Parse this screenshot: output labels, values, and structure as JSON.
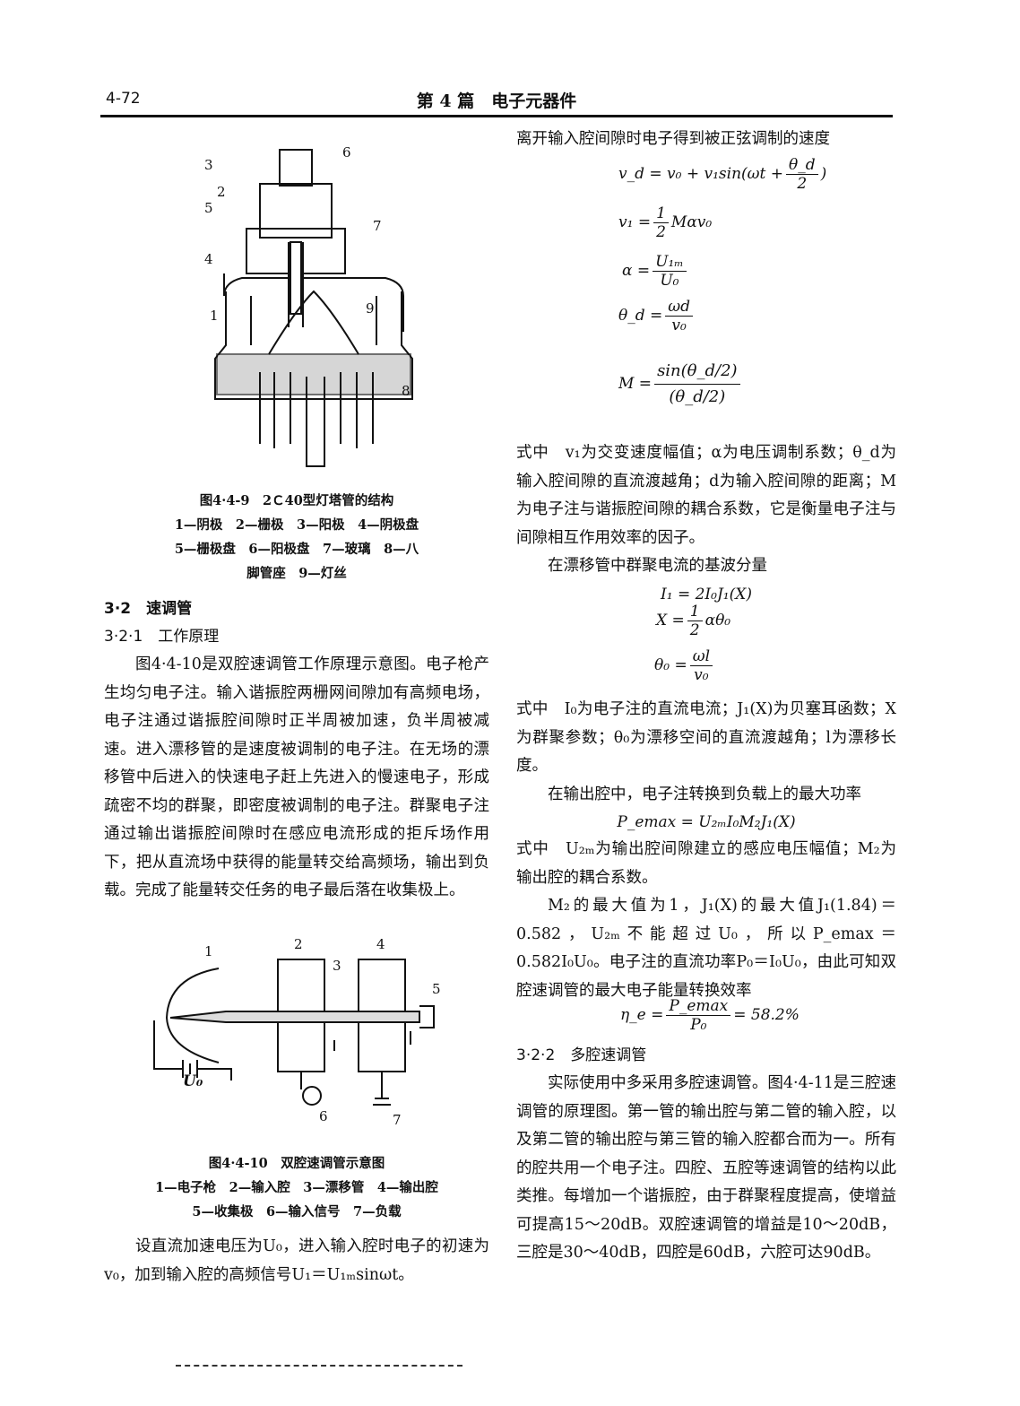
{
  "header": {
    "page_number": "4-72",
    "title": "第 4 篇　电子元器件"
  },
  "fig9": {
    "callouts": [
      "1",
      "2",
      "3",
      "4",
      "5",
      "6",
      "7",
      "8",
      "9"
    ],
    "caption_title": "图4·4-9　2Ｃ40型灯塔管的结构",
    "legend_line1": "1—阴极　2—栅极　3—阳极　4—阴极盘",
    "legend_line2": "5—栅极盘　6—阳极盘　7—玻璃　8—八",
    "legend_line3": "脚管座　9—灯丝"
  },
  "section": {
    "num_title": "3·2　速调管",
    "sub_title": "3·2·1　工作原理"
  },
  "left": {
    "para1": "图4·4-10是双腔速调管工作原理示意图。电子枪产生均匀电子注。输入谐振腔两栅网间隙加有高频电场，电子注通过谐振腔间隙时正半周被加速，负半周被减速。进入漂移管的是速度被调制的电子注。在无场的漂移管中后进入的快速电子赶上先进入的慢速电子，形成疏密不均的群聚，即密度被调制的电子注。群聚电子注通过输出谐振腔间隙时在感应电流形成的拒斥场作用下，把从直流场中获得的能量转交给高频场，输出到负载。完成了能量转交任务的电子最后落在收集极上。",
    "para2": "设直流加速电压为U₀，进入输入腔时电子的初速为v₀，加到输入腔的高频信号U₁＝U₁ₘsinωt。"
  },
  "fig10": {
    "callouts": [
      "1",
      "2",
      "3",
      "4",
      "5",
      "6",
      "7"
    ],
    "u0_label": "U₀",
    "caption_title": "图4·4-10　双腔速调管示意图",
    "legend_line1": "1—电子枪　2—输入腔　3—漂移管　4—输出腔",
    "legend_line2": "5—收集极　6—输入信号　7—负载"
  },
  "right": {
    "intro": "离开输入腔间隙时电子得到被正弦调制的速度",
    "eq_vd": {
      "lhs": "v_d = v₀ + v₁sin(ωt +",
      "num": "θ_d",
      "den": "2",
      "tail": ")"
    },
    "eq_v1": {
      "lhs": "v₁ =",
      "num": "1",
      "den": "2",
      "tail": "Mαv₀"
    },
    "eq_alpha": {
      "lhs": "α =",
      "num": "U₁ₘ",
      "den": "U₀"
    },
    "eq_theta": {
      "lhs": "θ_d =",
      "num": "ωd",
      "den": "v₀"
    },
    "eq_M": {
      "lhs": "M =",
      "num": "sin(θ_d/2)",
      "den": "(θ_d/2)"
    },
    "where1": "式中　v₁为交变速度幅值；α为电压调制系数；θ_d为输入腔间隙的直流渡越角；d为输入腔间隙的距离；M为电子注与谐振腔间隙的耦合系数，它是衡量电子注与间隙相互作用效率的因子。",
    "bunch": "在漂移管中群聚电流的基波分量",
    "eq_I1": "I₁ = 2I₀J₁(X)",
    "eq_X": {
      "lhs": "X =",
      "num": "1",
      "den": "2",
      "tail": "αθ₀"
    },
    "eq_theta0": {
      "lhs": "θ₀ =",
      "num": "ωl",
      "den": "v₀"
    },
    "where2": "式中　I₀为电子注的直流电流；J₁(X)为贝塞耳函数；X为群聚参数；θ₀为漂移空间的直流渡越角；l为漂移长度。",
    "power_intro": "在输出腔中，电子注转换到负载上的最大功率",
    "eq_P": "P_emax = U₂ₘI₀M₂J₁(X)",
    "where3": "式中　U₂ₘ为输出腔间隙建立的感应电压幅值；M₂为输出腔的耦合系数。",
    "max_para": "M₂的最大值为1，J₁(X)的最大值J₁(1.84)＝0.582，U₂ₘ不能超过U₀，所以P_emax＝0.582I₀U₀。电子注的直流功率P₀＝I₀U₀，由此可知双腔速调管的最大电子能量转换效率",
    "eq_eta": {
      "lhs": "η_e =",
      "num": "P_emax",
      "den": "P₀",
      "tail": "= 58.2%"
    },
    "sub2_title": "3·2·2　多腔速调管",
    "multi_para": "实际使用中多采用多腔速调管。图4·4-11是三腔速调管的原理图。第一管的输出腔与第二管的输入腔，以及第二管的输出腔与第三管的输入腔都合而为一。所有的腔共用一个电子注。四腔、五腔等速调管的结构以此类推。每增加一个谐振腔，由于群聚程度提高，使增益可提高15～20dB。双腔速调管的增益是10～20dB，三腔是30～40dB，四腔是60dB，六腔可达90dB。"
  }
}
